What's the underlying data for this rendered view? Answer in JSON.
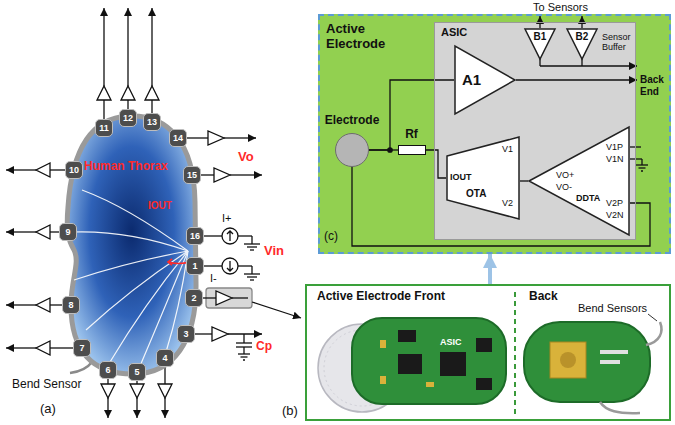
{
  "diagram": {
    "nodes": [
      {
        "text": [
          "Human Thorax",
          "IOUT"
        ]
      },
      {
        "text": [
          "1"
        ]
      },
      {
        "text": [
          "2"
        ]
      },
      {
        "text": [
          "3"
        ]
      },
      {
        "text": [
          "4"
        ]
      },
      {
        "text": [
          "5"
        ]
      },
      {
        "text": [
          "6"
        ]
      },
      {
        "text": [
          "7"
        ]
      },
      {
        "text": [
          "8"
        ]
      },
      {
        "text": [
          "9"
        ]
      },
      {
        "text": [
          "10"
        ]
      },
      {
        "text": [
          "11"
        ]
      },
      {
        "text": [
          "12"
        ]
      },
      {
        "text": [
          "13"
        ]
      },
      {
        "text": [
          "14"
        ]
      },
      {
        "text": [
          "15"
        ]
      },
      {
        "text": [
          "16"
        ]
      },
      {
        "text": [
          "Active Electrode"
        ]
      },
      {
        "text": [
          "ASIC"
        ],
        "in": 17
      },
      {
        "text": [
          "B1"
        ],
        "in": 18
      },
      {
        "text": [
          "B2"
        ],
        "in": 18
      },
      {
        "text": [
          "A1"
        ],
        "in": 18
      },
      {
        "text": [
          "Electrode"
        ],
        "in": 17
      },
      {
        "text": [
          "Rf"
        ],
        "in": 17
      },
      {
        "text": [
          "IOUT",
          "V1",
          "V2",
          "OTA"
        ],
        "in": 18
      },
      {
        "text": [
          "VO+",
          "VO-",
          "V1P",
          "V1N",
          "V2P",
          "V2N",
          "DDTA"
        ],
        "in": 18
      },
      {
        "text": [
          "Active Electrode Front",
          "Back"
        ]
      }
    ],
    "edges": [
      {
        "from": 22,
        "to": 21,
        "arrow": "none"
      },
      {
        "from": 22,
        "to": 23,
        "arrow": "none"
      },
      {
        "from": 23,
        "to": 24,
        "arrow": "none"
      },
      {
        "from": 25,
        "to": 24,
        "arrow": "none"
      },
      {
        "from": 22,
        "to": 25,
        "arrow": "none"
      },
      {
        "from": 26,
        "to": 17,
        "arrow": "to"
      }
    ],
    "labels": [
      "Vo",
      "I+",
      "Vin",
      "I-",
      "Cp",
      "Bend Sensor",
      "(a)",
      "To Sensors",
      "Sensor Buffer",
      "Back End",
      "(c)",
      "ASIC",
      "Bend Sensors",
      "(b)"
    ]
  }
}
